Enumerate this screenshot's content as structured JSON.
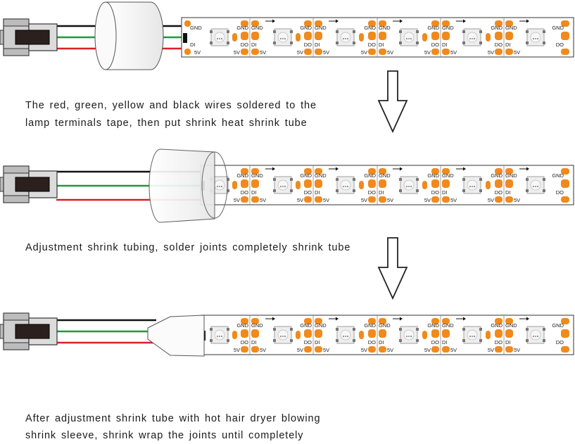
{
  "colors": {
    "wire_black": "#111111",
    "wire_green": "#1f9a3b",
    "wire_red": "#d81f26",
    "pad_orange": "#f08a1c",
    "strip_border": "#555555",
    "led_body": "#eeeeee"
  },
  "strip_labels": {
    "gnd": "GND",
    "di": "DI",
    "do": "DO",
    "v5": "5V"
  },
  "icons": [
    "connector-icon",
    "shrink-tube-icon",
    "down-arrow-icon",
    "led-chip-icon",
    "solder-pad-icon",
    "direction-arrow-icon"
  ],
  "steps": [
    {
      "id": "step1",
      "tube_state": "loose",
      "caption_lines": [
        "The red,  green,  yellow and black wires soldered to the",
        "lamp terminals tape,  then put shrink heat shrink tube"
      ]
    },
    {
      "id": "step2",
      "tube_state": "over-joint",
      "caption_lines": [
        "Adjustment shrink tubing,  solder joints completely shrink tube"
      ]
    },
    {
      "id": "step3",
      "tube_state": "shrunk",
      "caption_lines": [
        "After adjustment shrink tube with hot hair dryer blowing",
        "shrink sleeve,  shrink wrap the joints until completely"
      ]
    }
  ]
}
